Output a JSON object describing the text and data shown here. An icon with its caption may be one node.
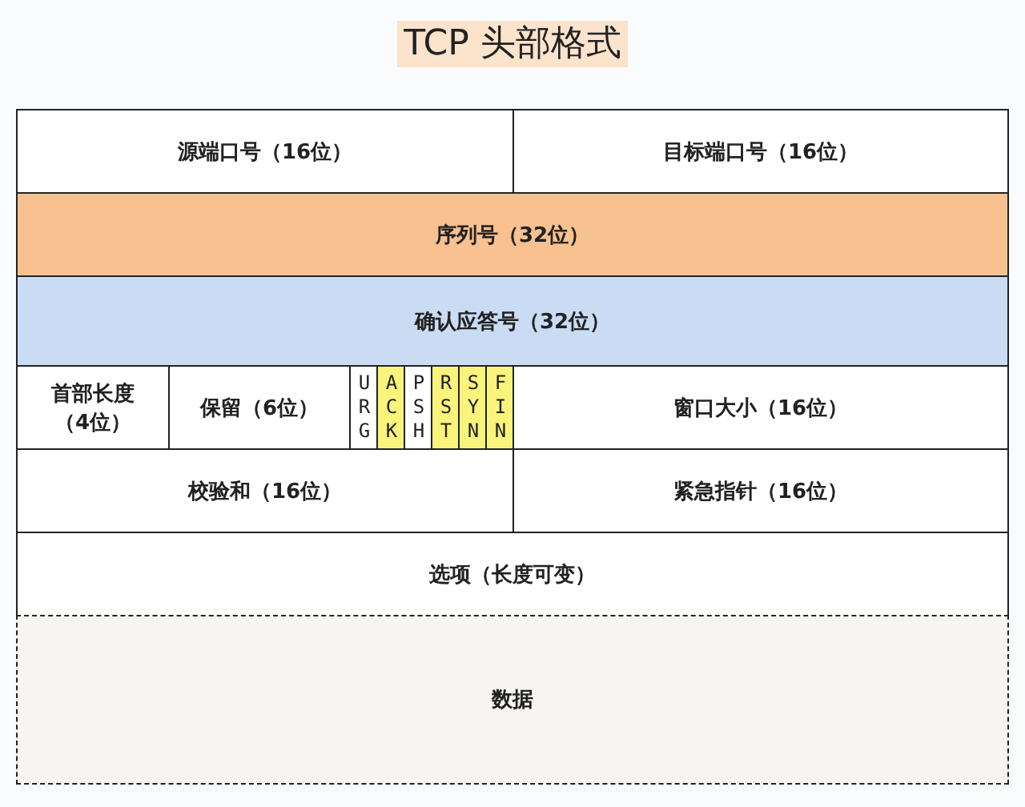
{
  "diagram": {
    "title": "TCP 头部格式",
    "nodes": [
      {
        "text": [
          "源端口号（16位）"
        ]
      },
      {
        "text": [
          "目标端口号（16位）"
        ]
      },
      {
        "text": [
          "序列号（32位）"
        ]
      },
      {
        "text": [
          "确认应答号（32位）"
        ]
      },
      {
        "text": [
          "首部长度（4位）"
        ]
      },
      {
        "text": [
          "保留（6位）"
        ]
      },
      {
        "text": [
          "URG"
        ]
      },
      {
        "text": [
          "ACK"
        ]
      },
      {
        "text": [
          "PSH"
        ]
      },
      {
        "text": [
          "RST"
        ]
      },
      {
        "text": [
          "SYN"
        ]
      },
      {
        "text": [
          "FIN"
        ]
      },
      {
        "text": [
          "窗口大小（16位）"
        ]
      },
      {
        "text": [
          "校验和（16位）"
        ]
      },
      {
        "text": [
          "紧急指针（16位）"
        ]
      },
      {
        "text": [
          "选项（长度可变）"
        ]
      },
      {
        "text": [
          "数据"
        ]
      }
    ]
  }
}
